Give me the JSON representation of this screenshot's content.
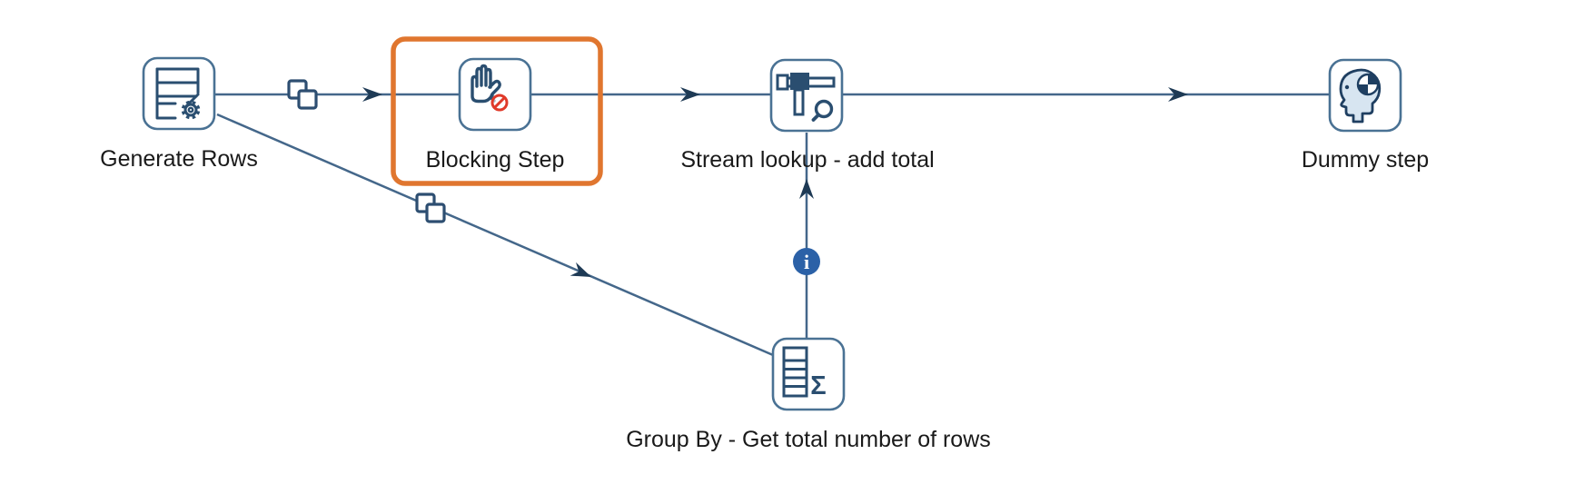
{
  "app": {
    "view": "transformation-canvas"
  },
  "colors": {
    "background": "#ffffff",
    "hop_line": "#44678a",
    "arrowhead": "#1e3a55",
    "node_border": "#4a7294",
    "icon_stroke": "#2a4e70",
    "highlight_orange": "#e0762f",
    "info_badge_blue": "#2b61a7",
    "prohibit_red": "#e03a2a",
    "label_text": "#1a1a1a",
    "head_fill": "#d7e5f1"
  },
  "steps": [
    {
      "id": "generate-rows",
      "label": "Generate Rows",
      "icon": "table-gear-icon",
      "highlighted": false
    },
    {
      "id": "blocking-step",
      "label": "Blocking Step",
      "icon": "blocking-hand-icon",
      "highlighted": true
    },
    {
      "id": "stream-lookup",
      "label": "Stream lookup - add total",
      "icon": "lookup-magnifier-icon",
      "highlighted": false
    },
    {
      "id": "dummy-step",
      "label": "Dummy step",
      "icon": "dummy-head-target-icon",
      "highlighted": false
    },
    {
      "id": "group-by",
      "label": "Group By - Get total number of rows",
      "icon": "table-sigma-icon",
      "highlighted": false
    }
  ],
  "hops": [
    {
      "from": "Generate Rows",
      "to": "Blocking Step",
      "badge": "copy-rows"
    },
    {
      "from": "Blocking Step",
      "to": "Stream lookup - add total",
      "badge": null
    },
    {
      "from": "Stream lookup - add total",
      "to": "Dummy step",
      "badge": null
    },
    {
      "from": "Generate Rows",
      "to": "Group By - Get total number of rows",
      "badge": "copy-rows"
    },
    {
      "from": "Group By - Get total number of rows",
      "to": "Stream lookup - add total",
      "badge": "info-stream"
    }
  ],
  "icons": {
    "sigma_glyph": "Σ",
    "info_glyph": "i"
  },
  "annotation": {
    "highlighted_step": "Blocking Step",
    "highlight_color": "#e0762f"
  }
}
